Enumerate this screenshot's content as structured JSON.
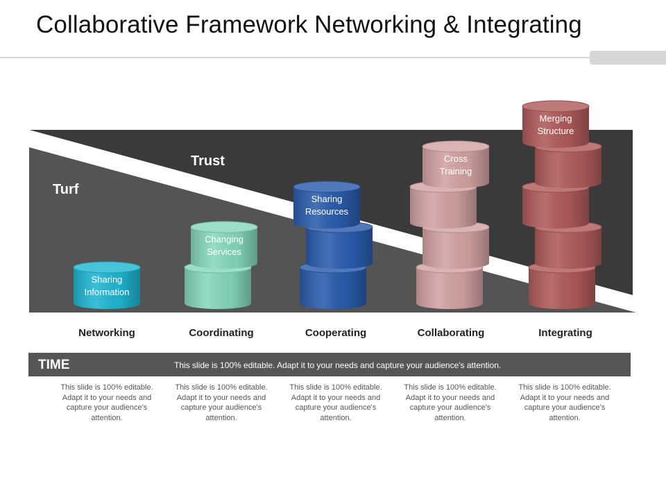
{
  "title": "Collaborative Framework Networking & Integrating",
  "zones": {
    "turf": "Turf",
    "trust": "Trust"
  },
  "stages": [
    {
      "name": "Networking",
      "cylinder_label": "Sharing Information",
      "height_units": 1,
      "color": "#1fb6d2",
      "desc": "This slide is 100% editable. Adapt it to your needs and capture your audience's attention."
    },
    {
      "name": "Coordinating",
      "cylinder_label": "Changing Services",
      "height_units": 2,
      "color": "#86d8bd",
      "desc": "This slide is 100% editable. Adapt it to your needs and capture your audience's attention."
    },
    {
      "name": "Cooperating",
      "cylinder_label": "Sharing Resources",
      "height_units": 3,
      "color": "#2a5cad",
      "desc": "This slide is 100% editable. Adapt it to your needs and capture your audience's attention."
    },
    {
      "name": "Collaborating",
      "cylinder_label": "Cross Training",
      "height_units": 4,
      "color": "#d3a2a2",
      "desc": "This slide is 100% editable. Adapt it to your needs and capture your audience's attention."
    },
    {
      "name": "Integrating",
      "cylinder_label": "Merging Structure",
      "height_units": 5,
      "color": "#b05a5a",
      "desc": "This slide is 100% editable. Adapt it to your needs and capture your audience's attention."
    }
  ],
  "time_bar": {
    "label": "TIME",
    "text": "This slide is 100% editable. Adapt it to your needs and capture your audience's attention."
  },
  "colors": {
    "turf_panel": "#545454",
    "trust_panel": "#3a3a3a",
    "divider": "#ffffff"
  }
}
